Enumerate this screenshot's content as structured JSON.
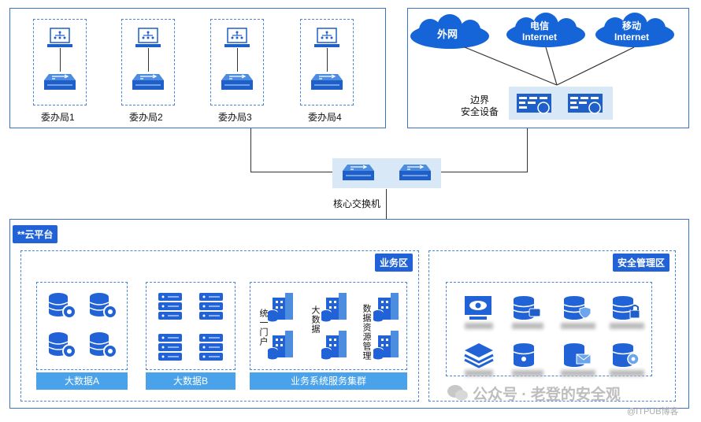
{
  "offices": [
    {
      "label": "委办局1"
    },
    {
      "label": "委办局2"
    },
    {
      "label": "委办局3"
    },
    {
      "label": "委办局4"
    }
  ],
  "internet": {
    "clouds": [
      {
        "label": "外网"
      },
      {
        "label": "电信\nInternet"
      },
      {
        "label": "移动\nInternet"
      }
    ],
    "border_device_label": "边界\n安全设备"
  },
  "core_switch_label": "核心交换机",
  "platform": {
    "title": "**云平台",
    "business_zone": {
      "title": "业务区",
      "groups": [
        {
          "label": "大数据A"
        },
        {
          "label": "大数据B"
        },
        {
          "label": "业务系统服务集群"
        }
      ],
      "service_labels": [
        "统一门户",
        "大数据",
        "数据资源管理"
      ]
    },
    "security_zone": {
      "title": "安全管理区"
    }
  },
  "watermark": {
    "main": "公众号 · 老登的安全观",
    "sub": "@ITPUB博客"
  },
  "colors": {
    "border": "#3a74c9",
    "accent": "#2163d6",
    "bar": "#4aa3ea",
    "icon": "#1f5fc9"
  }
}
